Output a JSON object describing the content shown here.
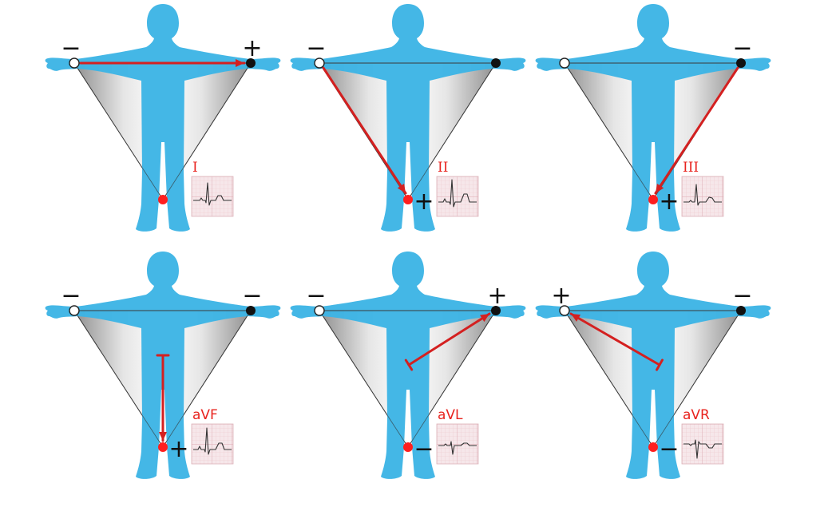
{
  "colors": {
    "body": "#3cb4e5",
    "arrow": "#d42020",
    "electrode_ground": "#ff1f1f",
    "ecg_bg": "#f6e7ea",
    "ecg_grid": "#e4b9c0",
    "ecg_trace": "#333333"
  },
  "leads": [
    {
      "id": "I",
      "label": "I",
      "serif": true,
      "arrow": "ra-la",
      "sign_ra": "−",
      "sign_la": "+",
      "sign_foot": "",
      "waveform": "I"
    },
    {
      "id": "II",
      "label": "II",
      "serif": true,
      "arrow": "ra-ll",
      "sign_ra": "−",
      "sign_la": "",
      "sign_foot": "+",
      "waveform": "II"
    },
    {
      "id": "III",
      "label": "III",
      "serif": true,
      "arrow": "la-ll",
      "sign_ra": "",
      "sign_la": "−",
      "sign_foot": "+",
      "waveform": "III"
    },
    {
      "id": "aVF",
      "label": "aVF",
      "serif": false,
      "arrow": "aVF",
      "sign_ra": "−",
      "sign_la": "−",
      "sign_foot": "+",
      "waveform": "aVF"
    },
    {
      "id": "aVL",
      "label": "aVL",
      "serif": false,
      "arrow": "aVL",
      "sign_ra": "−",
      "sign_la": "+",
      "sign_foot": "−",
      "waveform": "aVL"
    },
    {
      "id": "aVR",
      "label": "aVR",
      "serif": false,
      "arrow": "aVR",
      "sign_ra": "+",
      "sign_la": "−",
      "sign_foot": "−",
      "waveform": "aVR"
    }
  ]
}
